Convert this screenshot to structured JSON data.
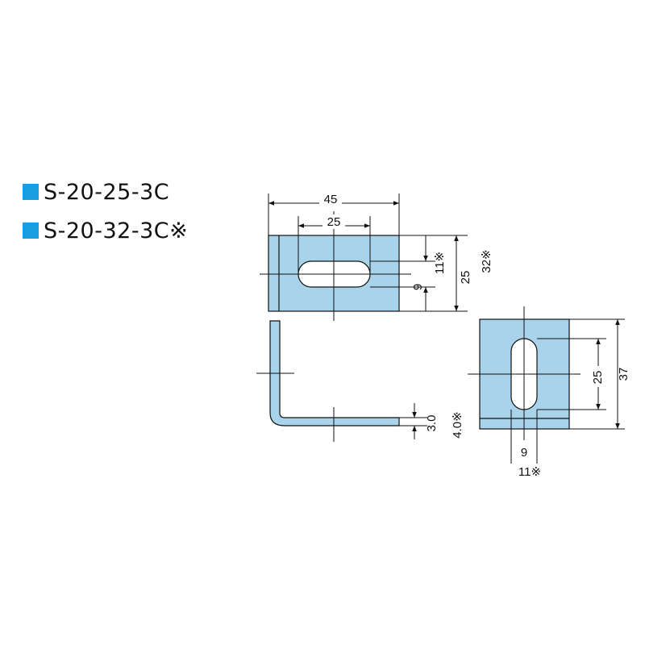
{
  "colors": {
    "part_fill": "#a8d3ea",
    "swatch": "#1a9ee2",
    "line": "#111111"
  },
  "legend": [
    {
      "label": "S-20-25-3C",
      "icon": "square-bullet"
    },
    {
      "label": "S-20-32-3C※",
      "icon": "square-bullet"
    }
  ],
  "top_view": {
    "width": "45",
    "slot_length": "25",
    "slot_offset": "11※",
    "slot_width": "9",
    "height": "25",
    "height_alt": "32※"
  },
  "side_view": {
    "thickness": "3.0",
    "thickness_alt": "4.0※"
  },
  "front_view": {
    "slot_length": "25",
    "height": "37",
    "slot_width": "9",
    "slot_offset": "11※"
  }
}
